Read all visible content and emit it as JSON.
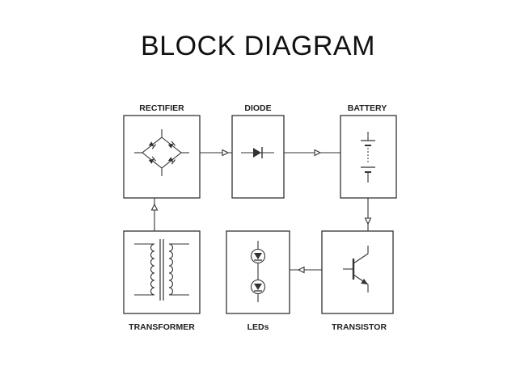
{
  "title": "BLOCK DIAGRAM",
  "blocks": {
    "rectifier": "RECTIFIER",
    "diode": "DIODE",
    "battery": "BATTERY",
    "transformer": "TRANSFORMER",
    "leds": "LEDs",
    "transistor": "TRANSISTOR"
  },
  "connections": [
    [
      "TRANSFORMER",
      "RECTIFIER"
    ],
    [
      "RECTIFIER",
      "DIODE"
    ],
    [
      "DIODE",
      "BATTERY"
    ],
    [
      "BATTERY",
      "TRANSISTOR"
    ],
    [
      "TRANSISTOR",
      "LEDs"
    ]
  ],
  "colors": {
    "line": "#333333",
    "text": "#222222",
    "background": "#ffffff"
  }
}
